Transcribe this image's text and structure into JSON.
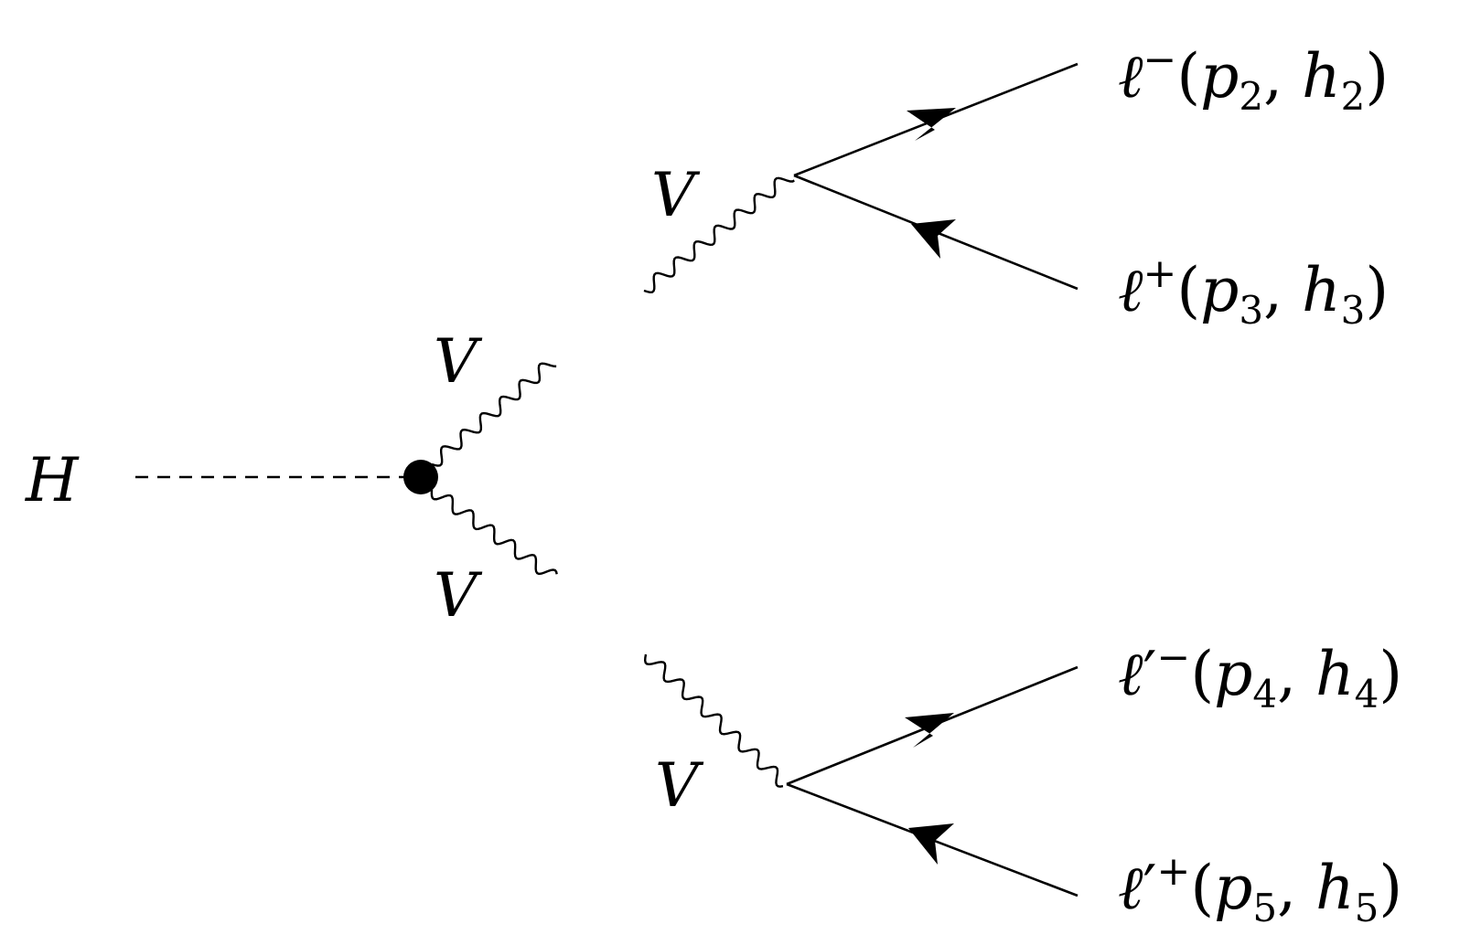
{
  "higgs": "H",
  "vertex_labels": {
    "upper_inner": "V",
    "lower_inner": "V",
    "upper_outer": "V",
    "lower_outer": "V"
  },
  "leptons": [
    {
      "ell": "ℓ",
      "prime": "",
      "charge": "−",
      "p": "p",
      "p_idx": "2",
      "h": "h",
      "h_idx": "2"
    },
    {
      "ell": "ℓ",
      "prime": "",
      "charge": "+",
      "p": "p",
      "p_idx": "3",
      "h": "h",
      "h_idx": "3"
    },
    {
      "ell": "ℓ",
      "prime": "′",
      "charge": "−",
      "p": "p",
      "p_idx": "4",
      "h": "h",
      "h_idx": "4"
    },
    {
      "ell": "ℓ",
      "prime": "′",
      "charge": "+",
      "p": "p",
      "p_idx": "5",
      "h": "h",
      "h_idx": "5"
    }
  ],
  "punct": {
    "open": "(",
    "comma": ", ",
    "close": ")"
  }
}
